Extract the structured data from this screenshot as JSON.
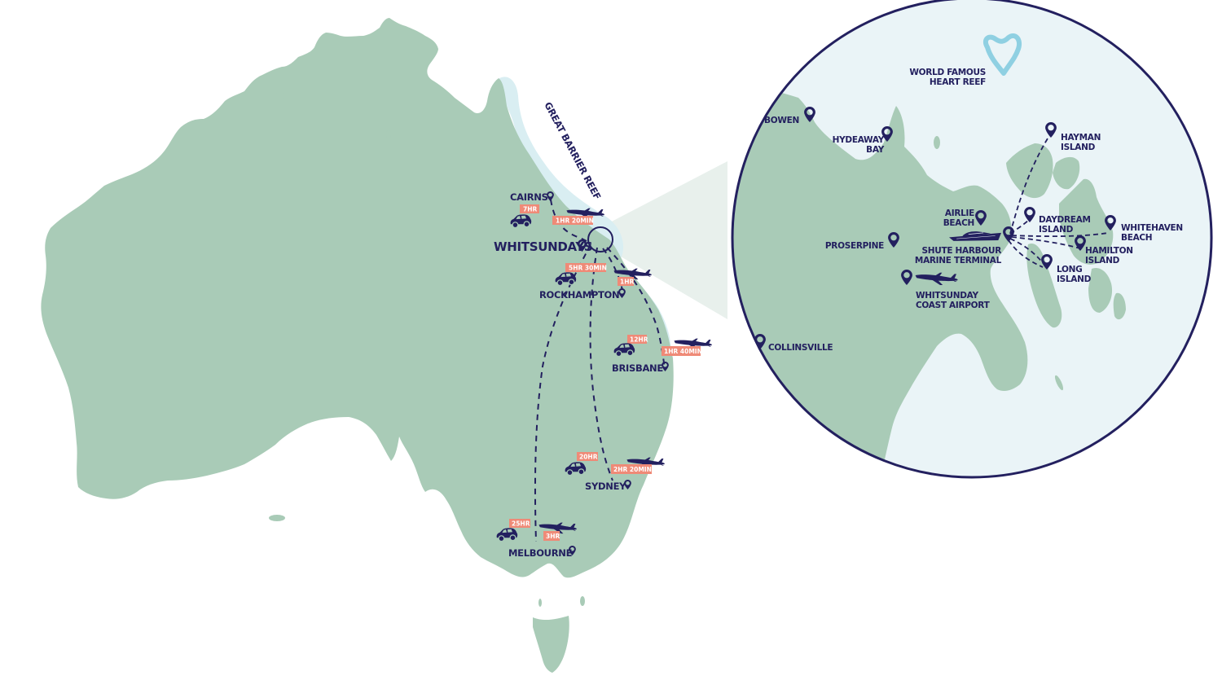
{
  "colors": {
    "land": "#a9cbb7",
    "sea_inset": "#eaf4f7",
    "reef": "#d9eef2",
    "navy": "#23205f",
    "tag": "#ef8a77",
    "heart": "#8fd0e2",
    "beam": "#e8f0ec"
  },
  "main_map": {
    "reef_label": "GREAT BARRIER REEF",
    "cities": [
      {
        "name": "CAIRNS"
      },
      {
        "name": "WHITSUNDAYS"
      },
      {
        "name": "ROCKHAMPTON"
      },
      {
        "name": "BRISBANE"
      },
      {
        "name": "SYDNEY"
      },
      {
        "name": "MELBOURNE"
      }
    ],
    "travel_times": {
      "cairns": {
        "drive": "7HR",
        "fly": "1HR 20MIN"
      },
      "rockhampton": {
        "drive": "5HR 30MIN",
        "fly": "1HR"
      },
      "brisbane": {
        "drive": "12HR",
        "fly": "1HR 40MIN"
      },
      "sydney": {
        "drive": "20HR",
        "fly": "2HR 20MIN"
      },
      "melbourne": {
        "drive": "25HR",
        "fly": "3HR"
      }
    }
  },
  "inset": {
    "heart_reef": {
      "line1": "WORLD FAMOUS",
      "line2": "HEART REEF"
    },
    "places": {
      "bowen": "BOWEN",
      "hydeaway_bay": {
        "line1": "HYDEAWAY",
        "line2": "BAY"
      },
      "hayman_island": {
        "line1": "HAYMAN",
        "line2": "ISLAND"
      },
      "airlie_beach": {
        "line1": "AIRLIE",
        "line2": "BEACH"
      },
      "daydream_island": {
        "line1": "DAYDREAM",
        "line2": "ISLAND"
      },
      "whitehaven_beach": {
        "line1": "WHITEHAVEN",
        "line2": "BEACH"
      },
      "proserpine": "PROSERPINE",
      "shute_harbour": {
        "line1": "SHUTE HARBOUR",
        "line2": "MARINE TERMINAL"
      },
      "hamilton_island": {
        "line1": "HAMILTON",
        "line2": "ISLAND"
      },
      "long_island": {
        "line1": "LONG",
        "line2": "ISLAND"
      },
      "whitsunday_airport": {
        "line1": "WHITSUNDAY",
        "line2": "COAST AIRPORT"
      },
      "collinsville": "COLLINSVILLE"
    }
  }
}
